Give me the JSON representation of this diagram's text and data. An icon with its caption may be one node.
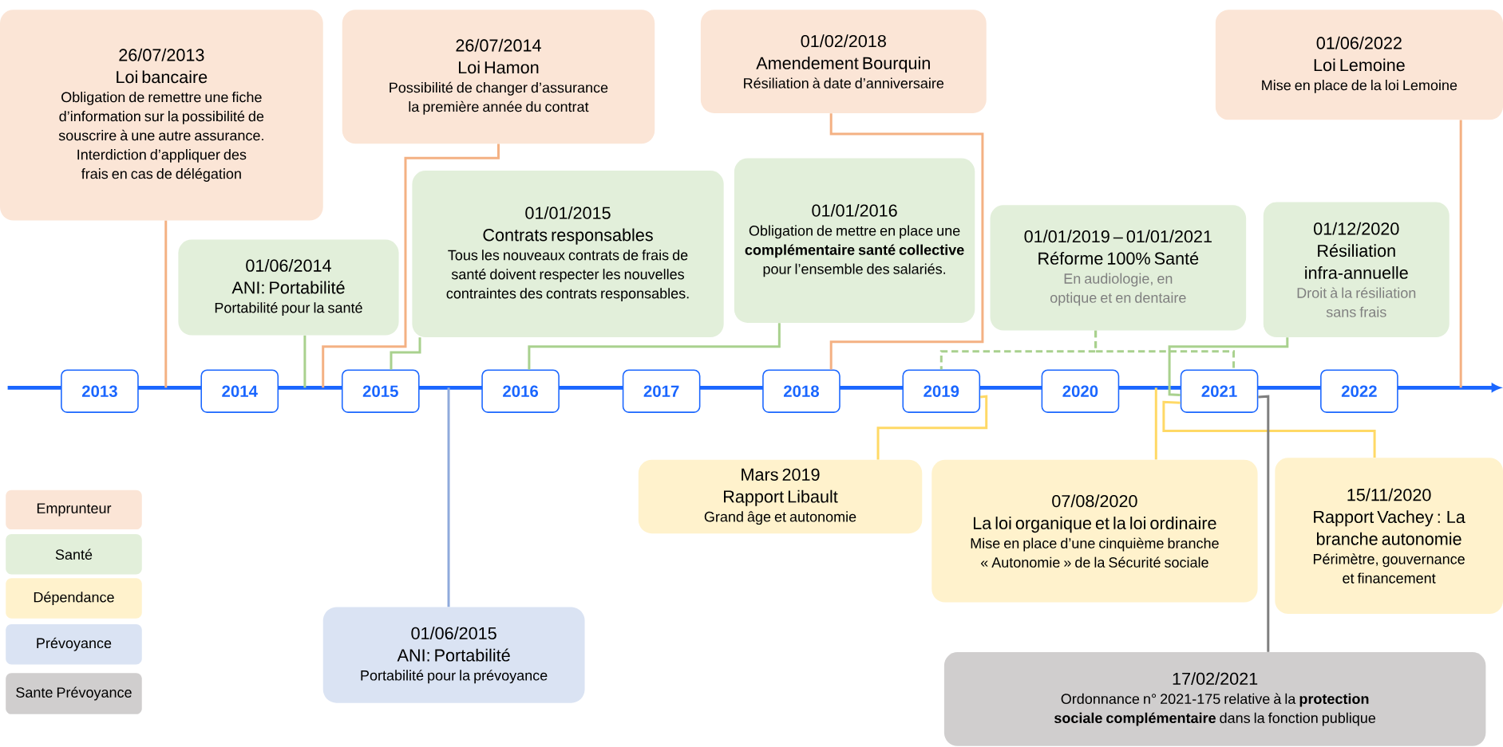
{
  "diagram": {
    "nodes": [
      {
        "text": [
          "26/07/2013",
          "Loi bancaire",
          "Obligation de remettre une fiche d’information sur la possibilité de souscrire à une autre assurance.",
          "Interdiction d’appliquer des frais en cas de délégation"
        ]
      },
      {
        "text": [
          "26/07/2014",
          "Loi Hamon",
          "Possibilité de changer d’assurance la première année du contrat"
        ]
      },
      {
        "text": [
          "01/02/2018",
          "Amendement Bourquin",
          "Résiliation à date d’anniversaire"
        ]
      },
      {
        "text": [
          "01/06/2022",
          "Loi Lemoine",
          "Mise en place de la loi Lemoine"
        ]
      },
      {
        "text": [
          "01/06/2014",
          "ANI: Portabilité",
          "Portabilité pour la santé"
        ]
      },
      {
        "text": [
          "01/01/2015",
          "Contrats responsables",
          "Tous les nouveaux contrats de frais de santé doivent respecter les nouvelles contraintes des contrats responsables."
        ]
      },
      {
        "text": [
          "01/01/2016",
          "Obligation de mettre en place une **complémentaire santé collective** pour l’ensemble des salariés."
        ]
      },
      {
        "text": [
          "01/01/2019 – 01/01/2021",
          "Réforme 100% Santé",
          "En audiologie, en optique et en dentaire"
        ]
      },
      {
        "text": [
          "01/12/2020",
          "Résiliation infra-annuelle",
          "Droit à la résiliation sans frais"
        ]
      },
      {
        "text": [
          "2013"
        ]
      },
      {
        "text": [
          "2014"
        ]
      },
      {
        "text": [
          "2015"
        ]
      },
      {
        "text": [
          "2016"
        ]
      },
      {
        "text": [
          "2017"
        ]
      },
      {
        "text": [
          "2018"
        ]
      },
      {
        "text": [
          "2019"
        ]
      },
      {
        "text": [
          "2020"
        ]
      },
      {
        "text": [
          "2021"
        ]
      },
      {
        "text": [
          "2022"
        ]
      },
      {
        "text": [
          "Mars 2019",
          "Rapport Libault",
          "Grand âge et autonomie"
        ]
      },
      {
        "text": [
          "07/08/2020",
          "La loi organique et la loi ordinaire",
          "Mise en place d’une cinquième branche « Autonomie » de la Sécurité sociale"
        ]
      },
      {
        "text": [
          "15/11/2020",
          "Rapport Vachey : La branche autonomie",
          "Périmètre, gouvernance et financement"
        ]
      },
      {
        "text": [
          "01/06/2015",
          "ANI: Portabilité",
          "Portabilité pour la prévoyance"
        ]
      },
      {
        "text": [
          "17/02/2021",
          "Ordonnance n° 2021-175 relative à la **protection sociale complémentaire** dans la fonction publique"
        ]
      }
    ],
    "edges": [
      {
        "from": 0,
        "to": null,
        "arrow": "none",
        "color": "#f4b183"
      },
      {
        "from": 1,
        "to": null,
        "arrow": "none",
        "color": "#f4b183"
      },
      {
        "from": 2,
        "to": 14,
        "arrow": "none",
        "color": "#f4b183"
      },
      {
        "from": 3,
        "to": null,
        "arrow": "none",
        "color": "#f4b183"
      },
      {
        "from": 4,
        "to": null,
        "arrow": "none",
        "color": "#a9d18e"
      },
      {
        "from": 5,
        "to": 11,
        "arrow": "none",
        "color": "#a9d18e"
      },
      {
        "from": 6,
        "to": 12,
        "arrow": "none",
        "color": "#a9d18e"
      },
      {
        "from": 7,
        "to": 15,
        "arrow": "none",
        "style": "dashed",
        "color": "#a9d18e"
      },
      {
        "from": 7,
        "to": 17,
        "arrow": "none",
        "style": "dashed",
        "color": "#a9d18e"
      },
      {
        "from": 8,
        "to": 17,
        "arrow": "none",
        "color": "#a9d18e"
      },
      {
        "from": 15,
        "to": 19,
        "arrow": "none",
        "color": "#ffd966"
      },
      {
        "from": null,
        "to": 20,
        "arrow": "none",
        "color": "#ffd966"
      },
      {
        "from": 17,
        "to": 21,
        "arrow": "none",
        "color": "#ffd966"
      },
      {
        "from": null,
        "to": 22,
        "arrow": "none",
        "color": "#8faadc"
      },
      {
        "from": 17,
        "to": 23,
        "arrow": "none",
        "color": "#7f7f7f"
      }
    ],
    "legend": [
      {
        "text": "Emprunteur",
        "color": "#fbe5d6"
      },
      {
        "text": "Santé",
        "color": "#e2efda"
      },
      {
        "text": "Dépendance",
        "color": "#fff2cc"
      },
      {
        "text": "Prévoyance",
        "color": "#dae3f3"
      },
      {
        "text": "Sante Prévoyance",
        "color": "#d0cece"
      }
    ]
  }
}
